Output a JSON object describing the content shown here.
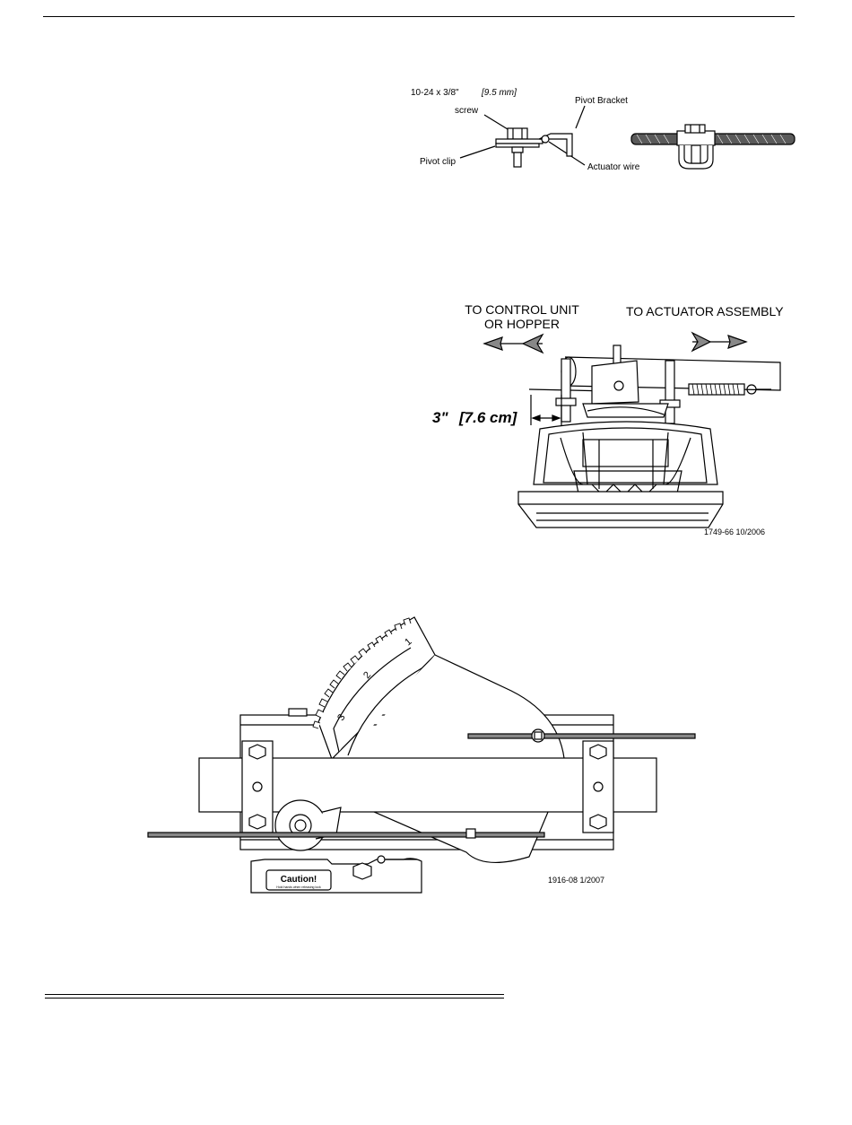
{
  "figure_pivot": {
    "screw_label_size": "10-24 x 3/8\"",
    "screw_label_metric": "[9.5 mm]",
    "screw_label_word": "screw",
    "pivot_bracket": "Pivot Bracket",
    "pivot_clip": "Pivot clip",
    "actuator_wire": "Actuator wire"
  },
  "figure_spreader": {
    "to_control_line1": "TO CONTROL UNIT",
    "to_control_line2": "OR HOPPER",
    "to_actuator": "TO ACTUATOR ASSEMBLY",
    "dim_imperial": "3\"",
    "dim_metric": "[7.6 cm]",
    "figure_code": "1749-66 10/2006"
  },
  "figure_actuator": {
    "scale_marks": [
      "1",
      "2",
      "3"
    ],
    "caution_label": "Caution!",
    "caution_sub": "Hold hands when releasing lock",
    "figure_code": "1916-08 1/2007"
  }
}
